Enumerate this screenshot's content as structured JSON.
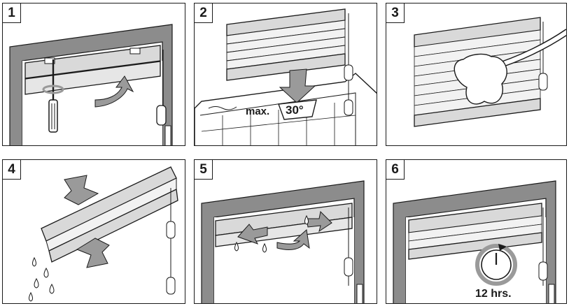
{
  "steps": [
    {
      "number": "1"
    },
    {
      "number": "2",
      "temp_prefix": "max.",
      "temp_value": "30°"
    },
    {
      "number": "3"
    },
    {
      "number": "4"
    },
    {
      "number": "5"
    },
    {
      "number": "6",
      "duration": "12 hrs."
    }
  ],
  "colors": {
    "outline": "#1a1a1a",
    "frame": "#8c8c8c",
    "arrow": "#9a9a9a",
    "panel_bg": "#ffffff"
  }
}
